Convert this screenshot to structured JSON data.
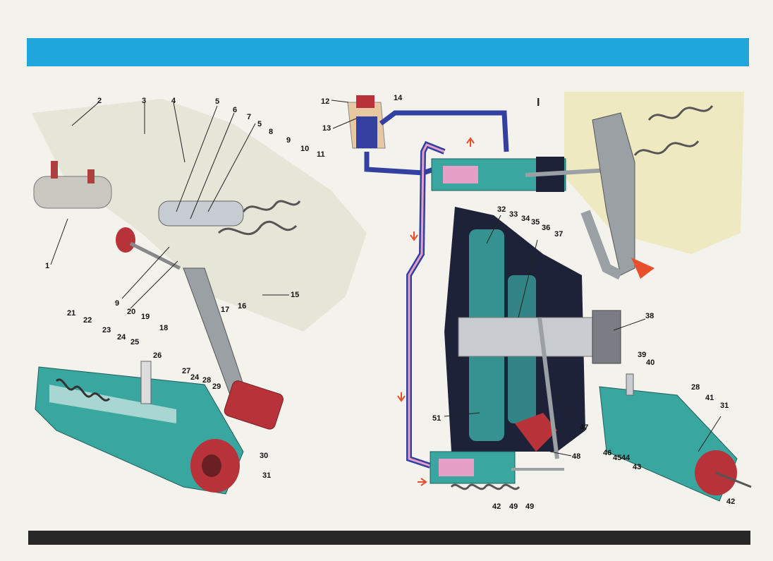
{
  "header": {
    "roman_numeral": "I"
  },
  "colors": {
    "header_bar": "#1fa6dc",
    "footer_bar": "#262626",
    "body_teal": "#3aa6a0",
    "seal_red": "#b8323a",
    "fluid_blue": "#3340a0",
    "line_pink": "#e6a0c8",
    "flow_arrow": "#e8502c",
    "spring": "#555555",
    "housing_dark": "#1e2238",
    "pedal_grey": "#9aa0a4"
  },
  "callouts": [
    {
      "id": "c1",
      "text": "1"
    },
    {
      "id": "c2",
      "text": "2"
    },
    {
      "id": "c3",
      "text": "3"
    },
    {
      "id": "c4",
      "text": "4"
    },
    {
      "id": "c5a",
      "text": "5"
    },
    {
      "id": "c6",
      "text": "6"
    },
    {
      "id": "c7",
      "text": "7"
    },
    {
      "id": "c5b",
      "text": "5"
    },
    {
      "id": "c8",
      "text": "8"
    },
    {
      "id": "c9a",
      "text": "9"
    },
    {
      "id": "c10",
      "text": "10"
    },
    {
      "id": "c11",
      "text": "11"
    },
    {
      "id": "c12",
      "text": "12"
    },
    {
      "id": "c13",
      "text": "13"
    },
    {
      "id": "c14",
      "text": "14"
    },
    {
      "id": "c9b",
      "text": "9"
    },
    {
      "id": "c20",
      "text": "20"
    },
    {
      "id": "c19",
      "text": "19"
    },
    {
      "id": "c18",
      "text": "18"
    },
    {
      "id": "c17",
      "text": "17"
    },
    {
      "id": "c16",
      "text": "16"
    },
    {
      "id": "c15",
      "text": "15"
    },
    {
      "id": "c21",
      "text": "21"
    },
    {
      "id": "c22",
      "text": "22"
    },
    {
      "id": "c23",
      "text": "23"
    },
    {
      "id": "c24a",
      "text": "24"
    },
    {
      "id": "c25",
      "text": "25"
    },
    {
      "id": "c26",
      "text": "26"
    },
    {
      "id": "c27",
      "text": "27"
    },
    {
      "id": "c24b",
      "text": "24"
    },
    {
      "id": "c28a",
      "text": "28"
    },
    {
      "id": "c29",
      "text": "29"
    },
    {
      "id": "c30",
      "text": "30"
    },
    {
      "id": "c31a",
      "text": "31"
    },
    {
      "id": "c32",
      "text": "32"
    },
    {
      "id": "c33",
      "text": "33"
    },
    {
      "id": "c34",
      "text": "34"
    },
    {
      "id": "c35",
      "text": "35"
    },
    {
      "id": "c36",
      "text": "36"
    },
    {
      "id": "c37",
      "text": "37"
    },
    {
      "id": "c38",
      "text": "38"
    },
    {
      "id": "c39",
      "text": "39"
    },
    {
      "id": "c40",
      "text": "40"
    },
    {
      "id": "c28b",
      "text": "28"
    },
    {
      "id": "c41",
      "text": "41"
    },
    {
      "id": "c31b",
      "text": "31"
    },
    {
      "id": "c46",
      "text": "46"
    },
    {
      "id": "c45",
      "text": "45"
    },
    {
      "id": "c44",
      "text": "44"
    },
    {
      "id": "c43",
      "text": "43"
    },
    {
      "id": "c42a",
      "text": "42"
    },
    {
      "id": "c51",
      "text": "51"
    },
    {
      "id": "c47",
      "text": "47"
    },
    {
      "id": "c48",
      "text": "48"
    },
    {
      "id": "c42b",
      "text": "42"
    },
    {
      "id": "c49a",
      "text": "49"
    },
    {
      "id": "c49b",
      "text": "49"
    }
  ]
}
